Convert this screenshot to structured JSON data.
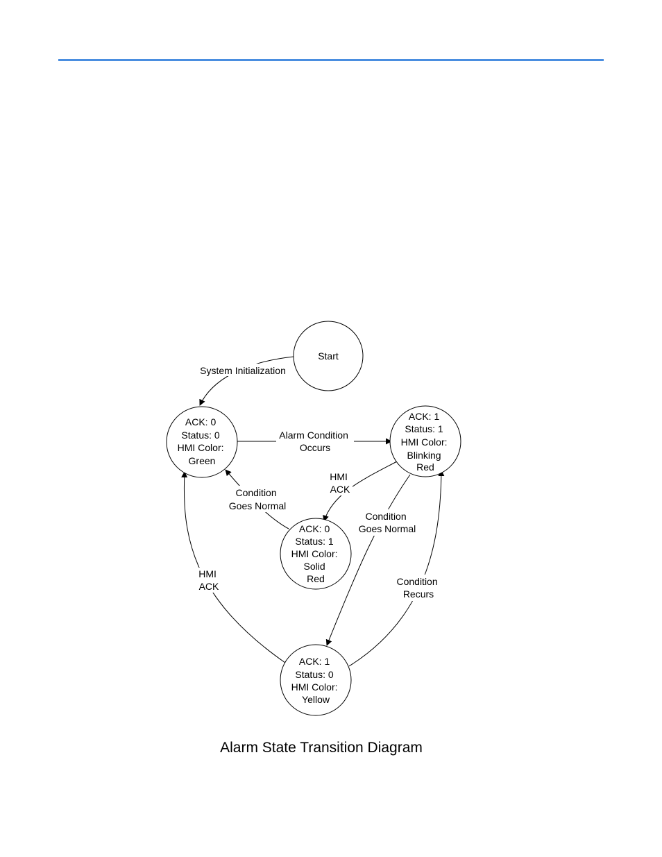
{
  "colors": {
    "header_rule": "#4a8ee0",
    "stroke": "#000000"
  },
  "caption": "Alarm State Transition Diagram",
  "states": {
    "start": [
      "Start"
    ],
    "normal": [
      "ACK: 0",
      "Status: 0",
      "HMI Color:",
      "Green"
    ],
    "alarm": [
      "ACK: 1",
      "Status: 1",
      "HMI Color:",
      "Blinking",
      "Red"
    ],
    "acked": [
      "ACK: 0",
      "Status: 1",
      "HMI Color:",
      "Solid",
      "Red"
    ],
    "returned": [
      "ACK: 1",
      "Status: 0",
      "HMI Color:",
      "Yellow"
    ]
  },
  "transitions": {
    "system_init": [
      "System Initialization"
    ],
    "alarm_occurs": [
      "Alarm Condition",
      "Occurs"
    ],
    "hmi_ack_alarm": [
      "HMI",
      "ACK"
    ],
    "normal_from_acked": [
      "Condition",
      "Goes Normal"
    ],
    "normal_from_alarm": [
      "Condition",
      "Goes Normal"
    ],
    "recurs": [
      "Condition",
      "Recurs"
    ],
    "hmi_ack_returned": [
      "HMI",
      "ACK"
    ]
  }
}
